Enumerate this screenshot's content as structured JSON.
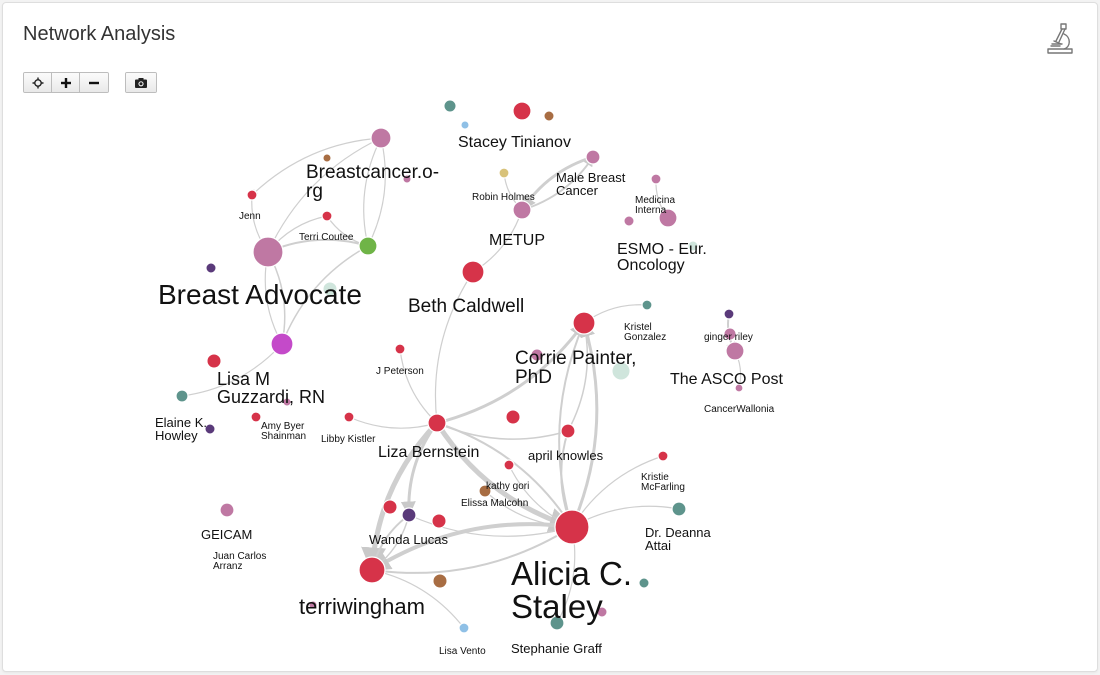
{
  "header": {
    "title": "Network Analysis"
  },
  "toolbar": {
    "buttons": [
      {
        "name": "fit-view-button",
        "icon": "crosshair-icon"
      },
      {
        "name": "zoom-in-button",
        "icon": "plus-icon"
      },
      {
        "name": "zoom-out-button",
        "icon": "minus-icon"
      }
    ],
    "export": {
      "name": "export-image-button",
      "icon": "camera-icon"
    }
  },
  "header_icon": "microscope-icon",
  "colors": {
    "edge": "#cfcfcf",
    "red": "#d63349",
    "pink": "#bf78a3",
    "green": "#6fb447",
    "purple": "#c44ac9",
    "teal": "#5e948c",
    "brown": "#a86d43",
    "darkpurple": "#5a3a7a",
    "lightblue": "#8fc0e6",
    "mint": "#cfe5dc"
  },
  "nodes": [
    {
      "id": "breast_advocate",
      "label": "Breast Advocate",
      "color": "pink",
      "size": "xl"
    },
    {
      "id": "breastcancer_org",
      "label": "Breastcancer.o-\nrg",
      "color": "pink",
      "size": "m"
    },
    {
      "id": "terri_coutee",
      "label": "Terri Coutee",
      "color": "red",
      "size": "s"
    },
    {
      "id": "jenn",
      "label": "Jenn",
      "color": "red",
      "size": "s"
    },
    {
      "id": "green_hub",
      "label": "",
      "color": "green",
      "size": "m"
    },
    {
      "id": "lisa_m",
      "label": "Lisa M\nGuzzardi, RN",
      "color": "purple",
      "size": "m"
    },
    {
      "id": "elaine",
      "label": "Elaine K.\nHowley",
      "color": "teal",
      "size": "s"
    },
    {
      "id": "amy_byer",
      "label": "Amy Byer\nShainman",
      "color": "red",
      "size": "s"
    },
    {
      "id": "stacey",
      "label": "Stacey Tinianov",
      "color": "red",
      "size": "m"
    },
    {
      "id": "robin",
      "label": "Robin Holmes",
      "color": "tan",
      "size": "s"
    },
    {
      "id": "male_bc",
      "label": "Male Breast\nCancer",
      "color": "pink",
      "size": "s"
    },
    {
      "id": "metup",
      "label": "METUP",
      "color": "pink",
      "size": "m"
    },
    {
      "id": "medicina",
      "label": "Medicina\nInterna",
      "color": "pink",
      "size": "s"
    },
    {
      "id": "esmo",
      "label": "ESMO - Eur.\nOncology",
      "color": "pink",
      "size": "m"
    },
    {
      "id": "beth",
      "label": "Beth Caldwell",
      "color": "red",
      "size": "l"
    },
    {
      "id": "corrie",
      "label": "Corrie Painter,\nPhD",
      "color": "red",
      "size": "l"
    },
    {
      "id": "kristel",
      "label": "Kristel\nGonzalez",
      "color": "teal",
      "size": "s"
    },
    {
      "id": "ginger",
      "label": "ginger riley",
      "color": "darkpurple",
      "size": "s"
    },
    {
      "id": "asco",
      "label": "The ASCO Post",
      "color": "pink",
      "size": "m"
    },
    {
      "id": "cancerwallonia",
      "label": "CancerWallonia",
      "color": "pink",
      "size": "s"
    },
    {
      "id": "j_peterson",
      "label": "J Peterson",
      "color": "red",
      "size": "s"
    },
    {
      "id": "libby",
      "label": "Libby Kistler",
      "color": "red",
      "size": "s"
    },
    {
      "id": "liza",
      "label": "Liza Bernstein",
      "color": "red",
      "size": "m"
    },
    {
      "id": "april",
      "label": "april knowles",
      "color": "red",
      "size": "s"
    },
    {
      "id": "kathy",
      "label": "kathy gori",
      "color": "red",
      "size": "s"
    },
    {
      "id": "elissa",
      "label": "Elissa Malcohn",
      "color": "brown",
      "size": "s"
    },
    {
      "id": "kristie",
      "label": "Kristie\nMcFarling",
      "color": "red",
      "size": "s"
    },
    {
      "id": "deanna",
      "label": "Dr. Deanna\nAttai",
      "color": "teal",
      "size": "s"
    },
    {
      "id": "wanda",
      "label": "Wanda Lucas",
      "color": "darkpurple",
      "size": "s"
    },
    {
      "id": "alicia",
      "label": "Alicia C.\nStaley",
      "color": "red",
      "size": "xl"
    },
    {
      "id": "geicam",
      "label": "GEICAM",
      "color": "pink",
      "size": "s"
    },
    {
      "id": "juan",
      "label": "Juan Carlos\nArranz",
      "color": "pink",
      "size": "s"
    },
    {
      "id": "terriwingham",
      "label": "terriwingham",
      "color": "red",
      "size": "l"
    },
    {
      "id": "lisa_vento",
      "label": "Lisa Vento",
      "color": "lightblue",
      "size": "s"
    },
    {
      "id": "stephanie",
      "label": "Stephanie Graff",
      "color": "teal",
      "size": "s"
    }
  ]
}
